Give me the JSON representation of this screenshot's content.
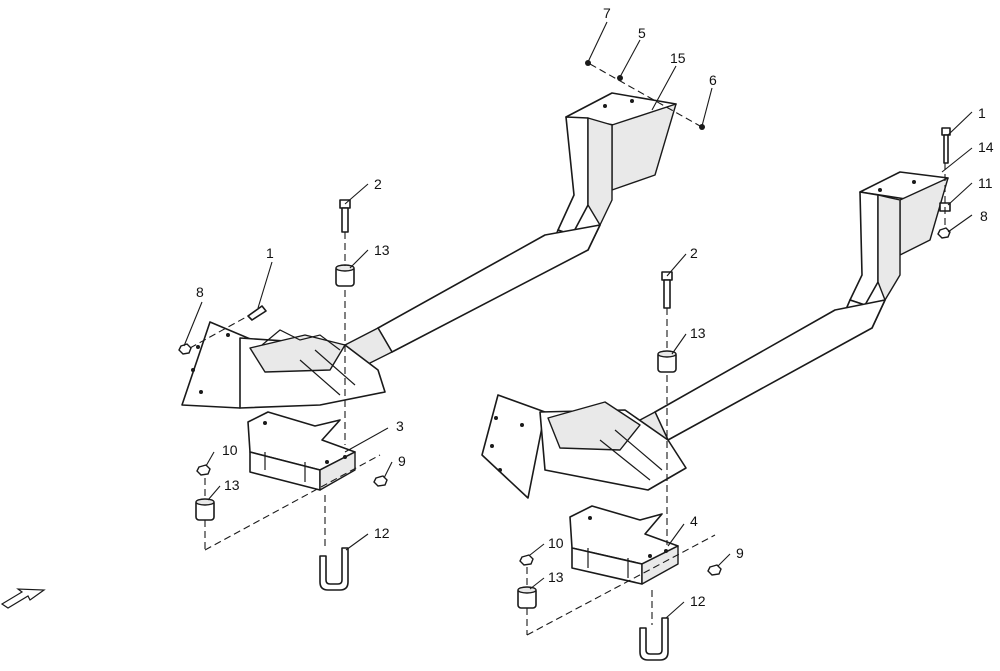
{
  "callouts": [
    {
      "id": "c7",
      "label": "7"
    },
    {
      "id": "c5",
      "label": "5"
    },
    {
      "id": "c15",
      "label": "15"
    },
    {
      "id": "c6",
      "label": "6"
    },
    {
      "id": "c1r",
      "label": "1"
    },
    {
      "id": "c14",
      "label": "14"
    },
    {
      "id": "c11",
      "label": "11"
    },
    {
      "id": "c8r",
      "label": "8"
    },
    {
      "id": "c2l",
      "label": "2"
    },
    {
      "id": "c13l",
      "label": "13"
    },
    {
      "id": "c1l",
      "label": "1"
    },
    {
      "id": "c8l",
      "label": "8"
    },
    {
      "id": "c3",
      "label": "3"
    },
    {
      "id": "c10l",
      "label": "10"
    },
    {
      "id": "c9l",
      "label": "9"
    },
    {
      "id": "c13ll",
      "label": "13"
    },
    {
      "id": "c12l",
      "label": "12"
    },
    {
      "id": "c2r",
      "label": "2"
    },
    {
      "id": "c13r",
      "label": "13"
    },
    {
      "id": "c4",
      "label": "4"
    },
    {
      "id": "c10r",
      "label": "10"
    },
    {
      "id": "c9r",
      "label": "9"
    },
    {
      "id": "c13rl",
      "label": "13"
    },
    {
      "id": "c12r",
      "label": "12"
    }
  ],
  "icons": {
    "direction_arrow": "forward-arrow-icon"
  }
}
